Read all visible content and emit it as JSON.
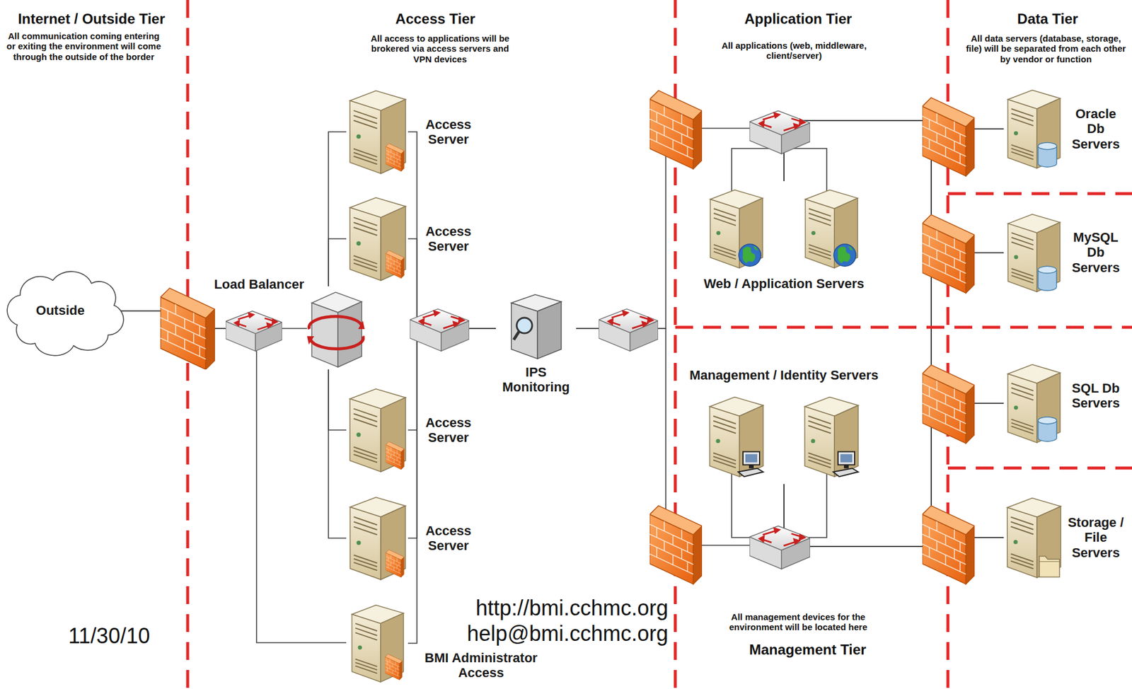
{
  "diagram": {
    "nodes": [
      {
        "text": [
          "Outside"
        ]
      },
      {
        "text": [
          "Load Balancer"
        ]
      },
      {
        "text": [
          "Access Server"
        ]
      },
      {
        "text": [
          "Access Server"
        ]
      },
      {
        "text": [
          "Access Server"
        ]
      },
      {
        "text": [
          "Access Server"
        ]
      },
      {
        "text": [
          "BMI Administrator Access"
        ]
      },
      {
        "text": [
          "IPS Monitoring"
        ]
      },
      {
        "text": [
          "Web / Application Servers"
        ]
      },
      {
        "text": [
          "Management / Identity Servers"
        ]
      },
      {
        "text": [
          "Oracle Db Servers"
        ]
      },
      {
        "text": [
          "MySQL Db Servers"
        ]
      },
      {
        "text": [
          "SQL Db Servers"
        ]
      },
      {
        "text": [
          "Storage / File Servers"
        ]
      }
    ],
    "edges": [
      {
        "from": 0,
        "to": 1,
        "arrow": "none"
      },
      {
        "from": 0,
        "to": 6,
        "arrow": "none"
      },
      {
        "from": 1,
        "to": 2,
        "arrow": "none"
      },
      {
        "from": 1,
        "to": 3,
        "arrow": "none"
      },
      {
        "from": 1,
        "to": 4,
        "arrow": "none"
      },
      {
        "from": 1,
        "to": 5,
        "arrow": "none"
      },
      {
        "from": 2,
        "to": 7,
        "arrow": "none"
      },
      {
        "from": 3,
        "to": 7,
        "arrow": "none"
      },
      {
        "from": 4,
        "to": 7,
        "arrow": "none"
      },
      {
        "from": 5,
        "to": 7,
        "arrow": "none"
      },
      {
        "from": 6,
        "to": 7,
        "arrow": "none"
      },
      {
        "from": 7,
        "to": 8,
        "arrow": "none"
      },
      {
        "from": 7,
        "to": 9,
        "arrow": "none"
      },
      {
        "from": 8,
        "to": 10,
        "arrow": "none"
      },
      {
        "from": 8,
        "to": 11,
        "arrow": "none"
      },
      {
        "from": 8,
        "to": 12,
        "arrow": "none"
      },
      {
        "from": 8,
        "to": 13,
        "arrow": "none"
      },
      {
        "from": 9,
        "to": 10,
        "arrow": "none"
      },
      {
        "from": 9,
        "to": 11,
        "arrow": "none"
      },
      {
        "from": 9,
        "to": 12,
        "arrow": "none"
      },
      {
        "from": 9,
        "to": 13,
        "arrow": "none"
      }
    ],
    "labels": [
      "Internet / Outside Tier",
      "All communication coming entering or exiting the environment will come through the outside of the border",
      "Access Tier",
      "All access to applications will be brokered via access servers and VPN devices",
      "Application Tier",
      "All applications (web, middleware, client/server)",
      "Data Tier",
      "All data servers (database, storage, file) will be separated from each other by vendor or function",
      "All management devices for the environment will be located here",
      "Management Tier",
      "11/30/10",
      "http://bmi.cchmc.org",
      "help@bmi.cchmc.org"
    ]
  }
}
